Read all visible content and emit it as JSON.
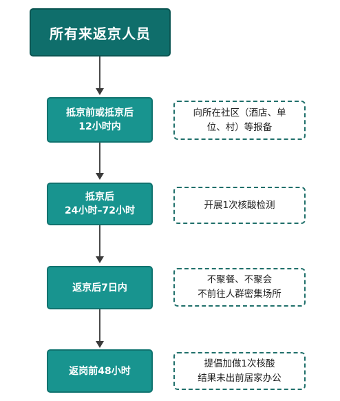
{
  "flowchart": {
    "start": {
      "label": "所有来返京人员"
    },
    "steps": [
      {
        "line1": "抵京前或抵京后",
        "line2": "12小时内",
        "note_line1": "向所在社区（酒店、单",
        "note_line2": "位、村）等报备"
      },
      {
        "line1": "抵京后",
        "line2": "24小时–72小时",
        "note_line1": "开展1次核酸检测",
        "note_line2": ""
      },
      {
        "line1": "返京后7日内",
        "line2": "",
        "note_line1": "不聚餐、不聚会",
        "note_line2": "不前往人群密集场所"
      },
      {
        "line1": "返岗前48小时",
        "line2": "",
        "note_line1": "提倡加做1次核酸",
        "note_line2": "结果未出前居家办公"
      }
    ],
    "colors": {
      "start_box": "#0f6e6b",
      "step_box": "#18948f",
      "note_border": "#1f6f6a",
      "arrow": "#3a3a3a"
    }
  }
}
